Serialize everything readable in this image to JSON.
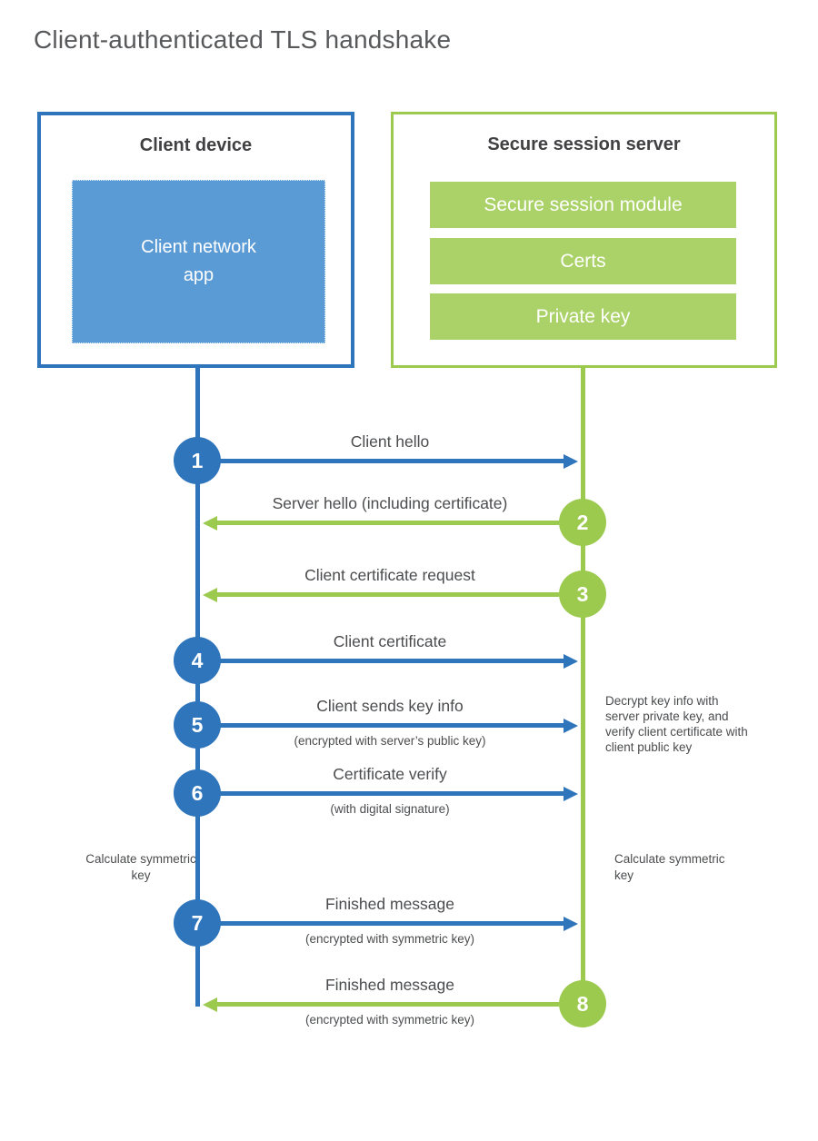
{
  "title": "Client-authenticated TLS handshake",
  "client": {
    "title": "Client device",
    "app": "Client network\napp"
  },
  "server": {
    "title": "Secure session server",
    "modules": [
      "Secure session module",
      "Certs",
      "Private key"
    ]
  },
  "steps": [
    {
      "number": "1",
      "label": "Client hello",
      "sublabel": "",
      "direction": "client-to-server",
      "color": "blue"
    },
    {
      "number": "2",
      "label": "Server hello (including certificate)",
      "sublabel": "",
      "direction": "server-to-client",
      "color": "green"
    },
    {
      "number": "3",
      "label": "Client certificate request",
      "sublabel": "",
      "direction": "server-to-client",
      "color": "green"
    },
    {
      "number": "4",
      "label": "Client certificate",
      "sublabel": "",
      "direction": "client-to-server",
      "color": "blue"
    },
    {
      "number": "5",
      "label": "Client sends key info",
      "sublabel": "(encrypted with server’s public key)",
      "direction": "client-to-server",
      "color": "blue"
    },
    {
      "number": "6",
      "label": "Certificate verify",
      "sublabel": "(with digital signature)",
      "direction": "client-to-server",
      "color": "blue"
    },
    {
      "number": "7",
      "label": "Finished message",
      "sublabel": "(encrypted with symmetric key)",
      "direction": "client-to-server",
      "color": "blue"
    },
    {
      "number": "8",
      "label": "Finished message",
      "sublabel": "(encrypted with symmetric key)",
      "direction": "server-to-client",
      "color": "green"
    }
  ],
  "annotations": {
    "server_note": "Decrypt key info with server private key, and verify client certificate with client public key",
    "calculate_left": "Calculate symmetric key",
    "calculate_right": "Calculate symmetric key"
  },
  "colors": {
    "blue": "#2e75bc",
    "light_blue": "#5b9bd5",
    "green": "#9cca4f",
    "light_green": "#aad268",
    "text_dark": "#414042",
    "text_gray": "#4b4c4e",
    "title_gray": "#58595b"
  }
}
